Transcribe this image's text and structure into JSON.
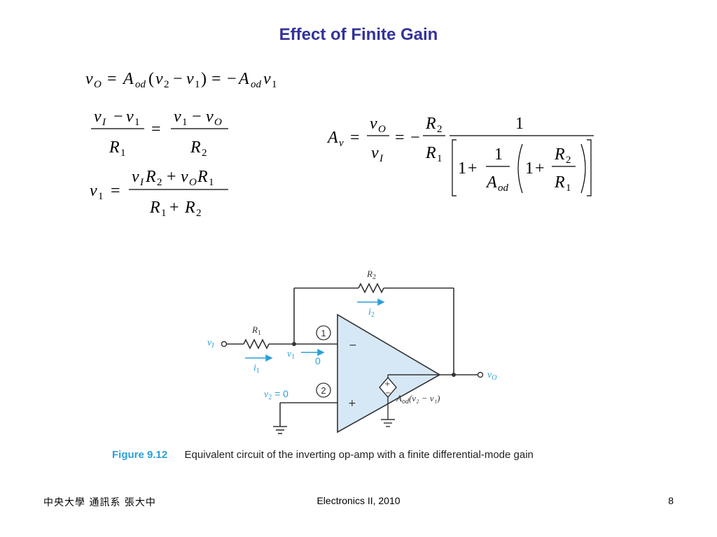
{
  "slide": {
    "title": "Effect of Finite Gain",
    "footer_left": "中央大學 通訊系 張大中",
    "footer_center": "Electronics II, 2010",
    "page_number": "8"
  },
  "figure": {
    "number": "Figure 9.12",
    "caption": "Equivalent circuit of the inverting op-amp with a finite differential-mode gain",
    "labels": {
      "r2": "R",
      "r2_sub": "2",
      "r1": "R",
      "r1_sub": "1",
      "i2": "i",
      "i2_sub": "2",
      "i1": "i",
      "i1_sub": "1",
      "vI": "v",
      "vI_sub": "I",
      "v1": "v",
      "v1_sub": "1",
      "zero": "0",
      "v2": "v",
      "v2_sub": "2",
      "v2_eq": " = 0",
      "node1": "1",
      "node2": "2",
      "minus": "−",
      "plus": "+",
      "vO": "v",
      "vO_sub": "O",
      "source_label": "A",
      "source_sub": "od",
      "source_expr": "(v₂ − v₁)"
    },
    "colors": {
      "opamp_fill": "#d6e8f6",
      "label_blue": "#2b9fd8",
      "caption_blue": "#2b9fd8"
    }
  },
  "equations": {
    "eq1": "v_O = A_od(v_2 − v_1) = −A_od v_1",
    "eq2": "(v_I − v_1)/R_1 = (v_1 − v_O)/R_2",
    "eq3": "v_1 = (v_I R_2 + v_O R_1)/(R_1 + R_2)",
    "eq4": "A_v = v_O/v_I = −(R_2/R_1) · 1/[1 + (1/A_od)(1 + R_2/R_1)]"
  }
}
